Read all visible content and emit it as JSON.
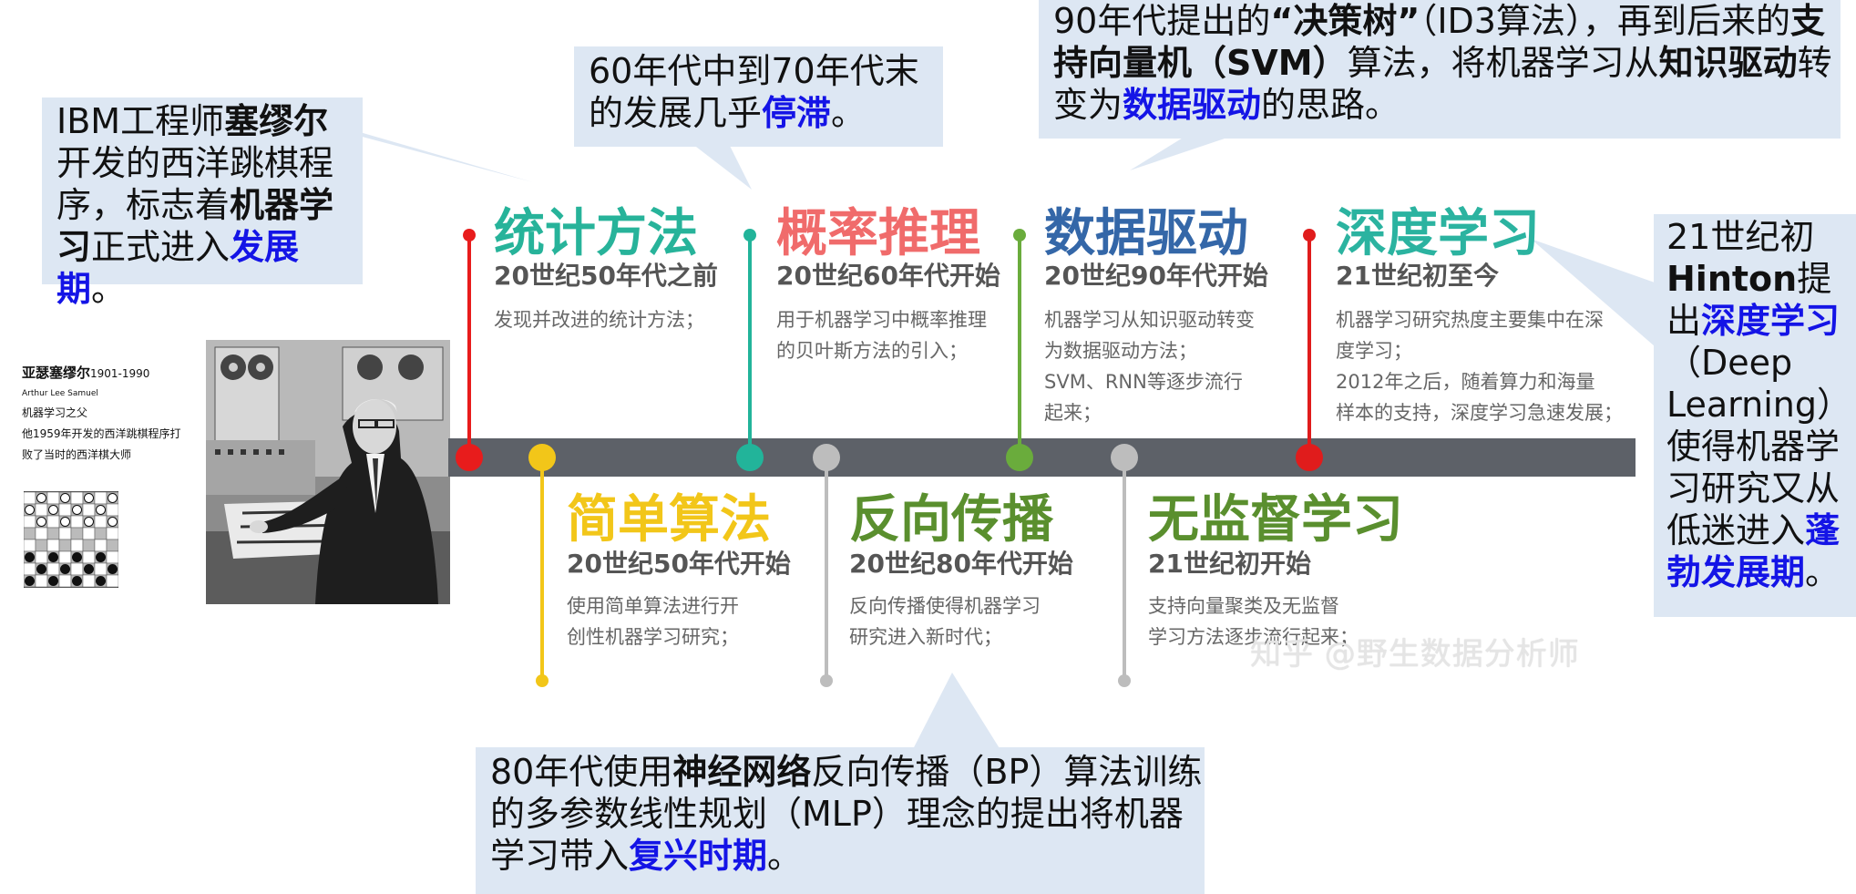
{
  "callouts": {
    "ibm": [
      "IBM工程师",
      "塞缪尔",
      "开发的西洋跳棋程序，标志着",
      "机器学习",
      "正式进入",
      "发展期",
      "。"
    ],
    "sixties": [
      "60年代中到70年代末的发展几乎",
      "停滞",
      "。"
    ],
    "nineties": [
      "90年代提出的",
      "“决策树”",
      "（ID3算法），再到后来的",
      "支持向量机（SVM）",
      "算法，将机器学习从",
      "知识驱动",
      "转变为",
      "数据驱动",
      "的思路。"
    ],
    "eighties": [
      "80年代使用",
      "神经网络",
      "反向传播（BP）算法训练的多参数线性规划（MLP）理念的提出将机器学习带入",
      "复兴时期",
      "。"
    ],
    "hinton": [
      "21世纪初",
      "Hinton",
      "提出",
      "深度学习",
      "（Deep Learning）使得机器学习研究又从低迷进入",
      "蓬勃发展期",
      "。"
    ]
  },
  "portrait": {
    "name": "亚瑟塞缪尔",
    "years": "1901-1990",
    "english_name": "Arthur Lee Samuel",
    "title": "机器学习之父",
    "desc1": "他1959年开发的西洋跳棋程序打",
    "desc2": "败了当时的西洋棋大师"
  },
  "eras_top": [
    {
      "title": "统计方法",
      "sub": "20世纪50年代之前",
      "desc": [
        "发现并改进的统计方法；"
      ],
      "color": "#27b39a",
      "dot": "#e81c1c"
    },
    {
      "title": "概率推理",
      "sub": "20世纪60年代开始",
      "desc": [
        "用于机器学习中概率推理",
        "的贝叶斯方法的引入；"
      ],
      "color": "#f06b6b",
      "dot": "#22b49a"
    },
    {
      "title": "数据驱动",
      "sub": "20世纪90年代开始",
      "desc": [
        "机器学习从知识驱动转变",
        "为数据驱动方法；",
        "SVM、RNN等逐步流行",
        "起来；"
      ],
      "color": "#3467a8",
      "dot": "#6aac3c"
    },
    {
      "title": "深度学习",
      "sub": "21世纪初至今",
      "desc": [
        "机器学习研究热度主要集中在深",
        "度学习；",
        "2012年之后，随着算力和海量",
        "样本的支持，深度学习急速发展；"
      ],
      "color": "#2bb3a0",
      "dot": "#e01c1c"
    }
  ],
  "eras_bottom": [
    {
      "title": "简单算法",
      "sub": "20世纪50年代开始",
      "desc": [
        "使用简单算法进行开",
        "创性机器学习研究；"
      ],
      "color": "#f2c619",
      "dot": "#f2c619"
    },
    {
      "title": "反向传播",
      "sub": "20世纪80年代开始",
      "desc": [
        "反向传播使得机器学习",
        "研究进入新时代；"
      ],
      "color": "#5a8f2e",
      "dot": "#bdbdbd"
    },
    {
      "title": "无监督学习",
      "sub": "21世纪初开始",
      "desc": [
        "支持向量聚类及无监督",
        "学习方法逐步流行起来；"
      ],
      "color": "#5a8f2e",
      "dot": "#bdbdbd"
    }
  ],
  "watermark": "知乎 @野生数据分析师"
}
